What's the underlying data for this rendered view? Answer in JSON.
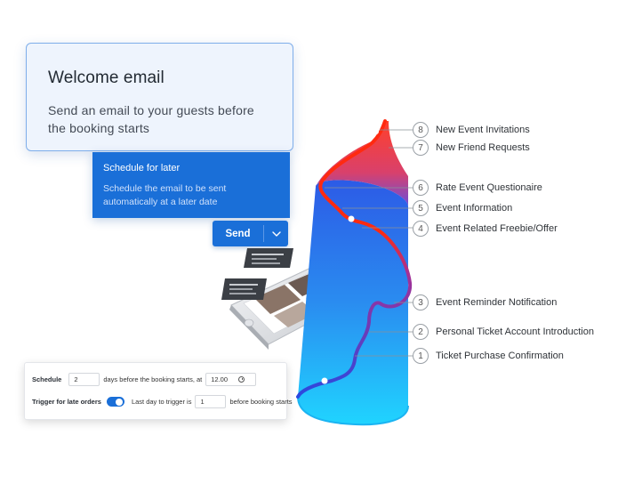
{
  "welcome": {
    "title": "Welcome email",
    "description": "Send an email to your guests before the booking starts"
  },
  "schedule": {
    "title": "Schedule for later",
    "description": "Schedule the email to be sent automatically at a later date"
  },
  "send": {
    "label": "Send"
  },
  "settings": {
    "schedule_label": "Schedule",
    "days_value": "2",
    "days_suffix": "days before the booking starts, at",
    "time_value": "12.00",
    "trigger_label": "Trigger for late orders",
    "last_day_label": "Last day to trigger is",
    "last_day_value": "1",
    "last_day_suffix": "before booking starts",
    "toggle_on": true
  },
  "steps": [
    {
      "number": "8",
      "label": "New Event Invitations"
    },
    {
      "number": "7",
      "label": "New Friend Requests"
    },
    {
      "number": "6",
      "label": "Rate Event Questionaire"
    },
    {
      "number": "5",
      "label": "Event Information"
    },
    {
      "number": "4",
      "label": "Event Related Freebie/Offer"
    },
    {
      "number": "3",
      "label": "Event Reminder Notification"
    },
    {
      "number": "2",
      "label": "Personal Ticket Account Introduction"
    },
    {
      "number": "1",
      "label": "Ticket Purchase Confirmation"
    }
  ],
  "colors": {
    "primary": "#1a6fd8",
    "path_top": "#ff2a10",
    "path_bottom": "#2a49e0",
    "column_top": "#2c5be6",
    "column_bottom": "#20d4ff"
  }
}
